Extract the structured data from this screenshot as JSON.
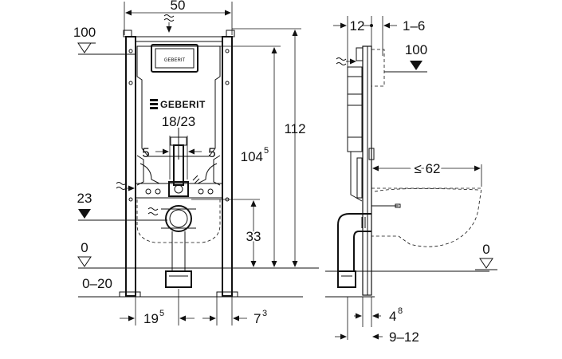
{
  "brand": {
    "logo_text": "GEBERIT"
  },
  "front_view": {
    "width_dim": "50",
    "level_100": "100",
    "level_23": "23",
    "level_0": "0",
    "floor_range": "0–20",
    "tank_capacity": "18/23",
    "offset_left": "5",
    "offset_right": "5",
    "height_112": "112",
    "height_104": "104",
    "height_104_sup": "5",
    "height_33": "33",
    "bottom_left": "19",
    "bottom_left_sup": "5",
    "bottom_right": "7",
    "bottom_right_sup": "3"
  },
  "side_view": {
    "top_12": "12",
    "top_1_6": "1–6",
    "level_100": "100",
    "depth_62": "≤ 62",
    "level_0": "0",
    "bottom_4": "4",
    "bottom_4_sup": "8",
    "bottom_9_12": "9–12"
  }
}
